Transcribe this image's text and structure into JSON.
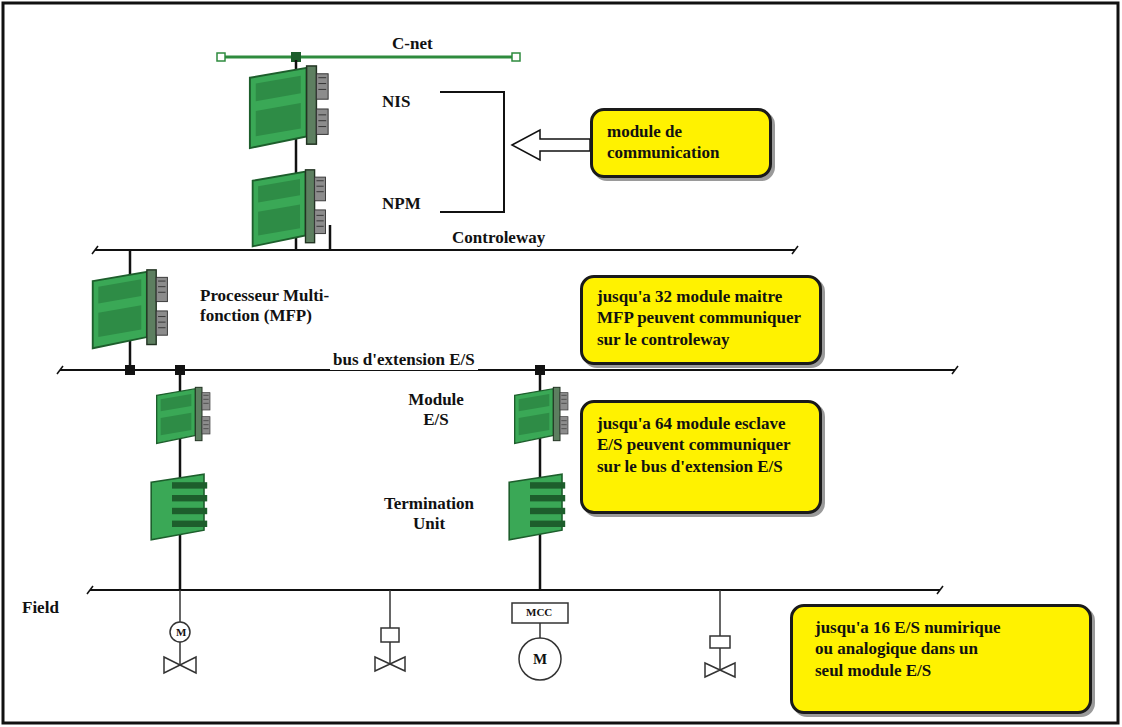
{
  "diagram": {
    "nodes": [
      {
        "text": [
          "module de communication"
        ]
      },
      {
        "text": [
          "jusqu'a 32 module maitre MFP peuvent communiquer sur le controleway"
        ]
      },
      {
        "text": [
          "jusqu'a 64 module esclave E/S peuvent communiquer sur le bus d'extension E/S"
        ]
      },
      {
        "text": [
          "jusqu'a 16 E/S numirique ou analogique dans un seul module E/S"
        ]
      }
    ],
    "labels": [
      "C-net",
      "NIS",
      "NPM",
      "Controleway",
      "Processeur Multi-fonction (MFP)",
      "bus d'extension E/S",
      "Module E/S",
      "Termination Unit",
      "Field",
      "M",
      "MCC",
      "M"
    ]
  }
}
